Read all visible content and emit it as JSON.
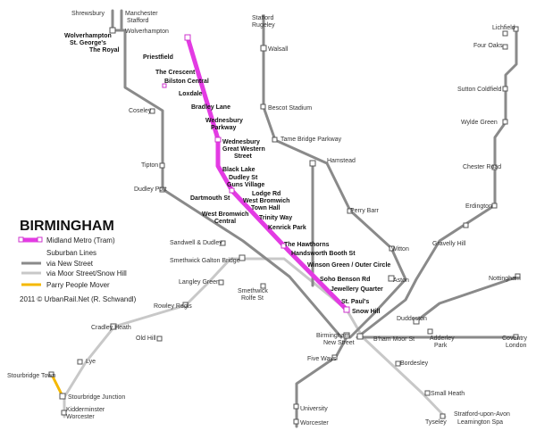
{
  "title": "BIRMINGHAM",
  "colors": {
    "tram": "#e33be3",
    "new_street": "#8a8a8a",
    "moor_street": "#c8c8c8",
    "people_mover": "#f5b800"
  },
  "legend": {
    "tram": "Midland Metro (Tram)",
    "suburban": "Suburban Lines",
    "via_new_street": "via New Street",
    "via_moor_street": "via Moor Street/Snow Hill",
    "people_mover": "Parry People Mover"
  },
  "copyright": "2011 © UrbanRail.Net (R. Schwandl)",
  "labels": {
    "shrewsbury": "Shrewsbury",
    "manchester": "Manchester",
    "stafford_top": "Stafford",
    "wolverhampton": "Wolverhampton",
    "wolverhampton_tram_1": "Wolverhampton",
    "wolverhampton_tram_2": "St. George's",
    "the_royal": "The Royal",
    "priestfield": "Priestfield",
    "the_crescent": "The Crescent",
    "bilston_central": "Bilston Central",
    "loxdale": "Loxdale",
    "bradley_lane": "Bradley Lane",
    "wednesbury_parkway_1": "Wednesbury",
    "wednesbury_parkway_2": "Parkway",
    "wednesbury_gws_1": "Wednesbury",
    "wednesbury_gws_2": "Great Western",
    "wednesbury_gws_3": "Street",
    "black_lake": "Black Lake",
    "dudley_guns_1": "Dudley St",
    "dudley_guns_2": "Guns Village",
    "dartmouth": "Dartmouth St",
    "lodge_rd_1": "Lodge Rd",
    "lodge_rd_2": "West Bromwich",
    "lodge_rd_3": "Town Hall",
    "wb_central_1": "West Bromwich",
    "wb_central_2": "Central",
    "trinity_way": "Trinity Way",
    "kenrick_park": "Kenrick Park",
    "the_hawthorns": "The Hawthorns",
    "handsworth": "Handsworth Booth St",
    "winson_green": "Winson Green / Outer Circle",
    "soho_benson": "Soho Benson Rd",
    "jewellery_quarter": "Jewellery Quarter",
    "st_pauls": "St. Paul's",
    "snow_hill": "Snow Hill",
    "stafford_rugeley_1": "Stafford",
    "stafford_rugeley_2": "Rugeley",
    "walsall": "Walsall",
    "bescot": "Bescot Stadium",
    "tame_bridge": "Tame Bridge Parkway",
    "hamstead": "Hamstead",
    "perry_barr": "Perry Barr",
    "witton": "Witton",
    "aston": "Aston",
    "duddeston": "Duddeston",
    "lichfield": "Lichfield",
    "four_oaks": "Four Oaks",
    "sutton_coldfield": "Sutton Coldfield",
    "wylde_green": "Wylde Green",
    "chester_road": "Chester Road",
    "erdington": "Erdington",
    "gravelly_hill": "Gravelly Hill",
    "nottingham": "Nottingham",
    "adderley_1": "Adderley",
    "adderley_2": "Park",
    "coventry_1": "Coventry",
    "coventry_2": "London",
    "coseley": "Coseley",
    "tipton": "Tipton",
    "dudley_port": "Dudley Port",
    "sandwell": "Sandwell & Dudley",
    "smethwick_galton": "Smethwick Galton Bridge",
    "langley_green": "Langley Green",
    "rowley_regis": "Rowley Regis",
    "smethwick_rolfe_1": "Smethwick",
    "smethwick_rolfe_2": "Rolfe St",
    "cradley_heath": "Cradley Heath",
    "old_hill": "Old Hill",
    "lye": "Lye",
    "stourbridge_town": "Stourbridge Town",
    "stourbridge_jn": "Stourbridge Junction",
    "kidderminster_1": "Kidderminster",
    "kidderminster_2": "Worcester",
    "birmingham_ns_1": "Birmingham",
    "birmingham_ns_2": "New Street",
    "moor_street": "B'ham Moor St",
    "five_ways": "Five Ways",
    "university": "University",
    "worcester": "Worcester",
    "bordesley": "Bordesley",
    "small_heath": "Small Heath",
    "tyseley": "Tyseley",
    "stratford_1": "Stratford-upon-Avon",
    "stratford_2": "Leamington Spa"
  }
}
